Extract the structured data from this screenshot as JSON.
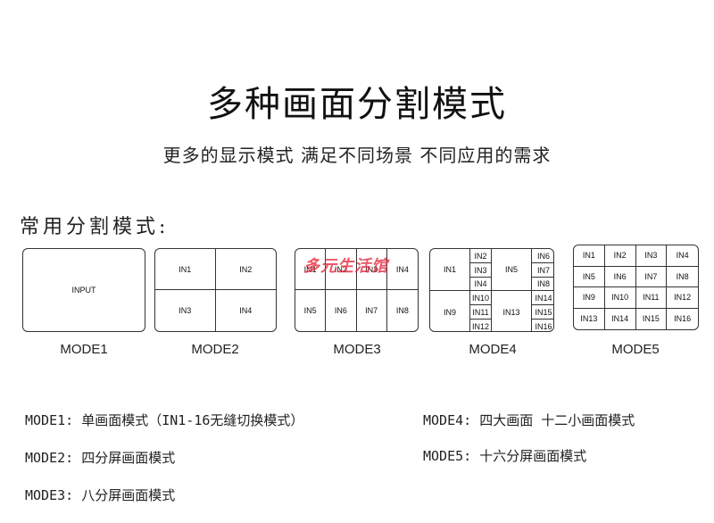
{
  "header": {
    "title": "多种画面分割模式",
    "subtitle": "更多的显示模式  满足不同场景 不同应用的需求"
  },
  "section_label": "常用分割模式:",
  "watermark": "多元生活馆",
  "modes": {
    "mode1": {
      "label": "MODE1",
      "cells": [
        "INPUT"
      ]
    },
    "mode2": {
      "label": "MODE2",
      "cells": [
        "IN1",
        "IN2",
        "IN3",
        "IN4"
      ]
    },
    "mode3": {
      "label": "MODE3",
      "cells": [
        "IN1",
        "IN2",
        "IN3",
        "IN4",
        "IN5",
        "IN6",
        "IN7",
        "IN8"
      ]
    },
    "mode4": {
      "label": "MODE4",
      "cells": [
        "IN1",
        "IN2",
        "IN3",
        "IN4",
        "IN5",
        "IN6",
        "IN7",
        "IN8",
        "IN9",
        "IN10",
        "IN11",
        "IN12",
        "IN13",
        "IN14",
        "IN15",
        "IN16"
      ]
    },
    "mode5": {
      "label": "MODE5",
      "cells": [
        "IN1",
        "IN2",
        "IN3",
        "IN4",
        "IN5",
        "IN6",
        "IN7",
        "IN8",
        "IN9",
        "IN10",
        "IN11",
        "IN12",
        "IN13",
        "IN14",
        "IN15",
        "IN16"
      ]
    }
  },
  "descriptions": {
    "mode1": "MODE1: 单画面模式（IN1-16无缝切换模式）",
    "mode2": "MODE2: 四分屏画面模式",
    "mode3": "MODE3: 八分屏画面模式",
    "mode4": "MODE4: 四大画面 十二小画面模式",
    "mode5": "MODE5: 十六分屏画面模式"
  }
}
